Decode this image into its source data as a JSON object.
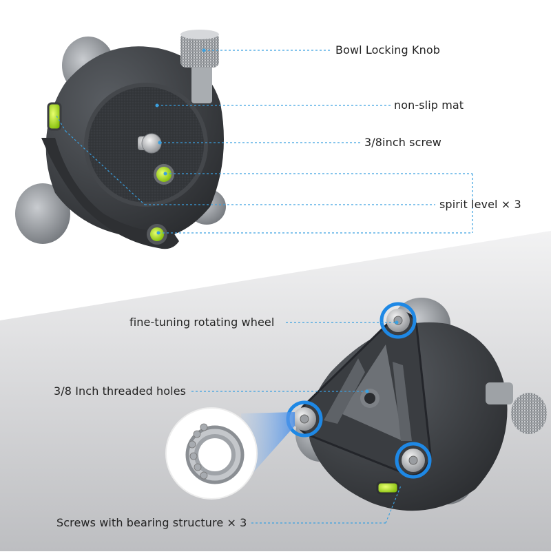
{
  "labels": {
    "bowl_locking_knob": "Bowl Locking Knob",
    "non_slip_mat": "non-slip mat",
    "screw_38": "3/8inch screw",
    "spirit_level": "spirit level × 3",
    "fine_tuning_wheel": "fine-tuning rotating wheel",
    "threaded_holes": "3/8 Inch threaded holes",
    "bearing_screws": "Screws with bearing structure × 3"
  },
  "colors": {
    "leader_line": "#3aa0e0",
    "accent_blue": "#1e88e5",
    "bubble_green": "#b6f000",
    "body_dark": "#3b3e42",
    "background_gray": "#c9cacc"
  }
}
